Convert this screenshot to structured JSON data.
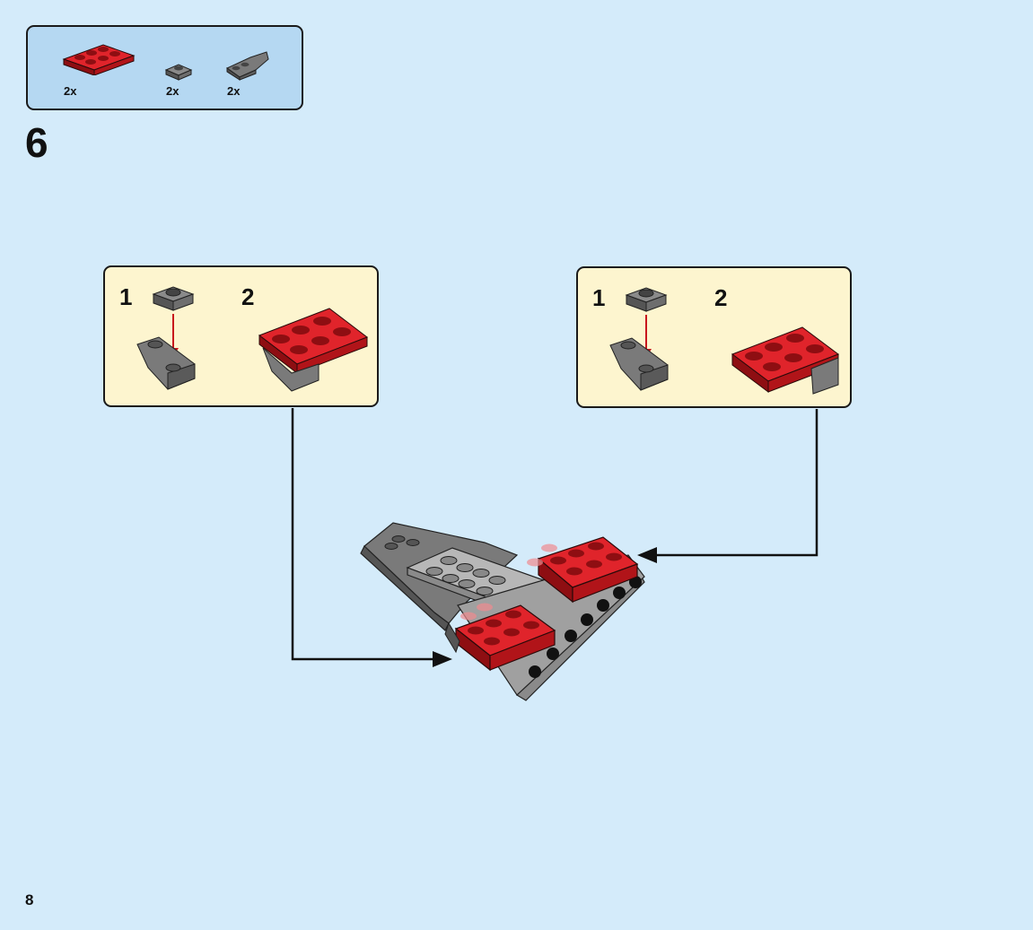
{
  "page": {
    "number": "8"
  },
  "step": {
    "number": "6"
  },
  "parts_list": {
    "items": [
      {
        "name": "red-plate-2x3",
        "quantity": "2x",
        "color": "#c8161d"
      },
      {
        "name": "gray-plate-1x1",
        "quantity": "2x",
        "color": "#6b6b6b"
      },
      {
        "name": "gray-slope-curved",
        "quantity": "2x",
        "color": "#6b6b6b"
      }
    ]
  },
  "sub_assemblies": [
    {
      "side": "left",
      "steps": [
        {
          "label": "1"
        },
        {
          "label": "2"
        }
      ]
    },
    {
      "side": "right",
      "steps": [
        {
          "label": "1"
        },
        {
          "label": "2"
        }
      ]
    }
  ],
  "colors": {
    "background": "#d4ebfa",
    "parts_box": "#b5d8f2",
    "sub_box": "#fdf5cf",
    "brick_red": "#c8161d",
    "brick_gray": "#6b6b6b",
    "brick_light_gray": "#a8a8a8",
    "arrow_red": "#c8161d"
  }
}
